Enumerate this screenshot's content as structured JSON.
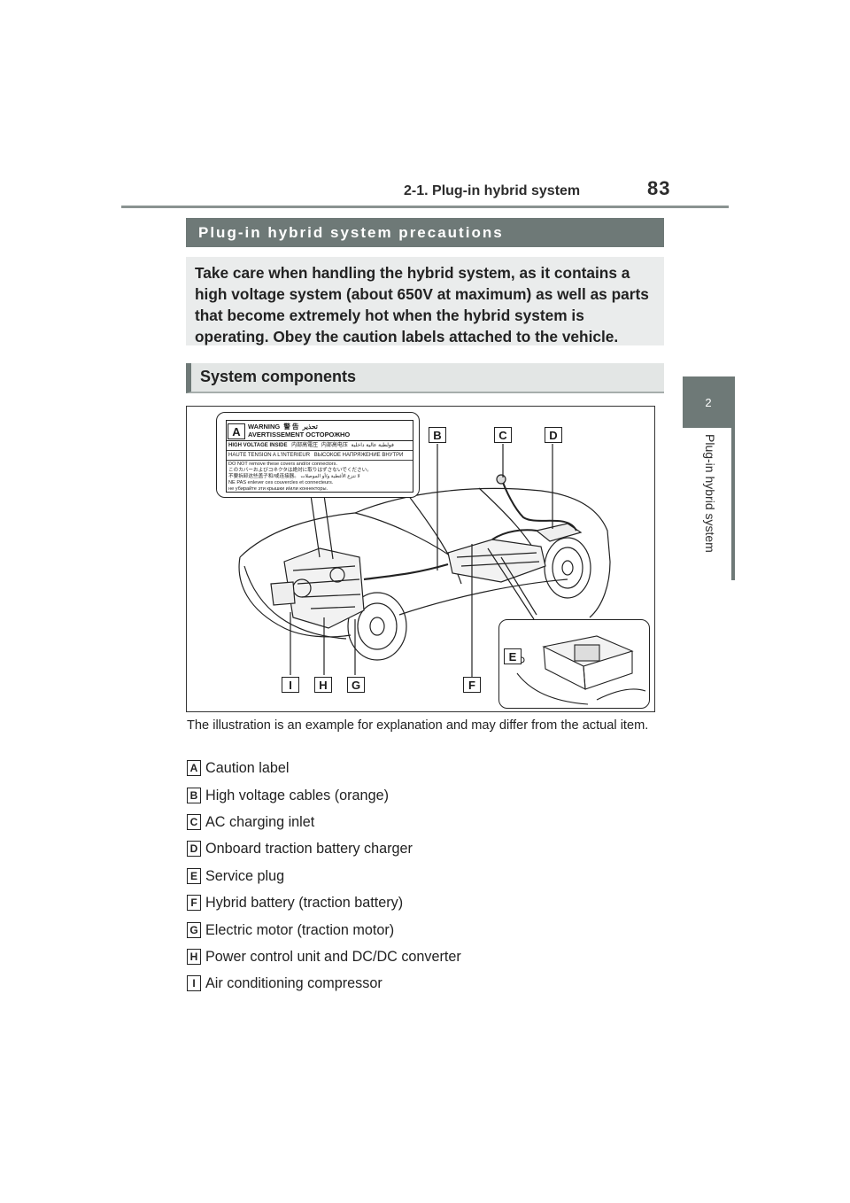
{
  "header": {
    "section_title": "2-1. Plug-in hybrid system",
    "page_number": "83"
  },
  "side_tab": {
    "chapter_number": "2",
    "chapter_title": "Plug-in hybrid system"
  },
  "section": {
    "title": "Plug-in hybrid system precautions",
    "intro": "Take care when handling the hybrid system, as it contains a high voltage system (about 650V at maximum) as well as parts that become extremely hot when the hybrid system is operating. Obey the caution labels attached to the vehicle."
  },
  "subsection": {
    "title": "System components"
  },
  "figure": {
    "callouts": [
      "A",
      "B",
      "C",
      "D",
      "E",
      "F",
      "G",
      "H",
      "I"
    ],
    "caution_label": {
      "warning_en": "WARNING",
      "warning_jp": "警 告",
      "warning_ar": "تحذير",
      "warning_fr": "AVERTISSEMENT",
      "warning_ru": "ОСТОРОЖНО",
      "hv_en": "HIGH VOLTAGE INSIDE",
      "hv_jp": "内部高電圧",
      "hv_cn": "内部高电压",
      "hv_ar": "فولطية عالية داخلية",
      "hv_fr": "HAUTE TENSION A L'INTERIEUR",
      "hv_ru": "ВЫСОКОЕ НАПРЯЖЕНИЕ ВНУТРИ",
      "line_en": "DO NOT remove these covers and/or connectors.",
      "line_jp": "このカバーおよびコネクタは絶対に取りはずさないでください。",
      "line_cn": "不要拆卸这些盖子和/或连接器。",
      "line_ar": "لا تنزع الأغطية و/أو الموصلات",
      "line_fr": "NE PAS enlever ces couvercles et connecteurs.",
      "line_ru": "не убирайте эти крышки и/или коннекторы."
    },
    "caption": "The illustration is an example for explanation and may differ from the actual item."
  },
  "components": [
    {
      "letter": "A",
      "label": "Caution label"
    },
    {
      "letter": "B",
      "label": "High voltage cables (orange)"
    },
    {
      "letter": "C",
      "label": "AC charging inlet"
    },
    {
      "letter": "D",
      "label": "Onboard traction battery charger"
    },
    {
      "letter": "E",
      "label": "Service plug"
    },
    {
      "letter": "F",
      "label": "Hybrid battery (traction battery)"
    },
    {
      "letter": "G",
      "label": "Electric motor (traction motor)"
    },
    {
      "letter": "H",
      "label": "Power control unit and DC/DC converter"
    },
    {
      "letter": "I",
      "label": "Air conditioning compressor"
    }
  ]
}
